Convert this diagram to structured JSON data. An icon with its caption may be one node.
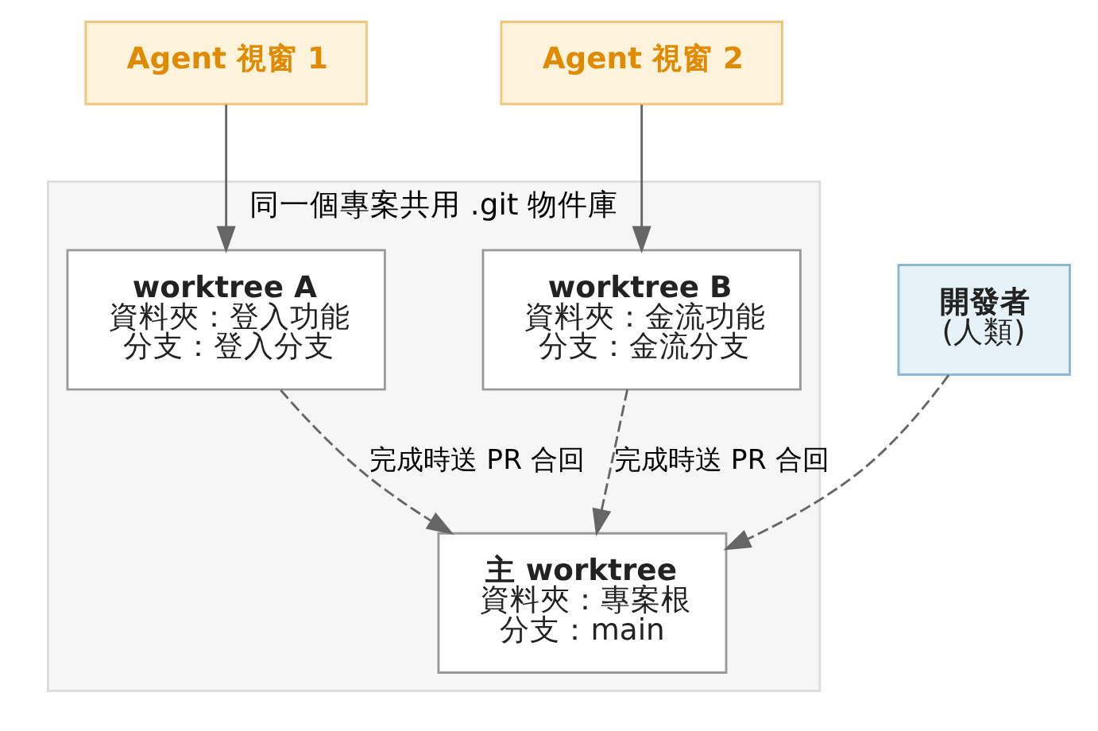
{
  "diagram": {
    "nodes": [
      {
        "text": [
          "Agent 視窗 1"
        ]
      },
      {
        "text": [
          "Agent 視窗 2"
        ]
      },
      {
        "text": [
          "同一個專案共用 .git 物件庫"
        ]
      },
      {
        "text": [
          "開發者",
          "(人類)"
        ]
      },
      {
        "text": [
          "worktree A",
          "資料夾：登入功能",
          "分支：登入分支"
        ],
        "in": 2
      },
      {
        "text": [
          "worktree B",
          "資料夾：金流功能",
          "分支：金流分支"
        ],
        "in": 2
      },
      {
        "text": [
          "主 worktree",
          "資料夾：專案根",
          "分支：main"
        ],
        "in": 2
      }
    ],
    "edges": [
      {
        "from": 0,
        "to": 4,
        "arrow": "to"
      },
      {
        "from": 1,
        "to": 5,
        "arrow": "to"
      },
      {
        "from": 4,
        "to": 6,
        "arrow": "to",
        "style": "dashed",
        "label": "完成時送 PR 合回"
      },
      {
        "from": 5,
        "to": 6,
        "arrow": "to",
        "style": "dashed",
        "label": "完成時送 PR 合回"
      },
      {
        "from": 3,
        "to": 6,
        "arrow": "to",
        "style": "dashed"
      }
    ]
  }
}
